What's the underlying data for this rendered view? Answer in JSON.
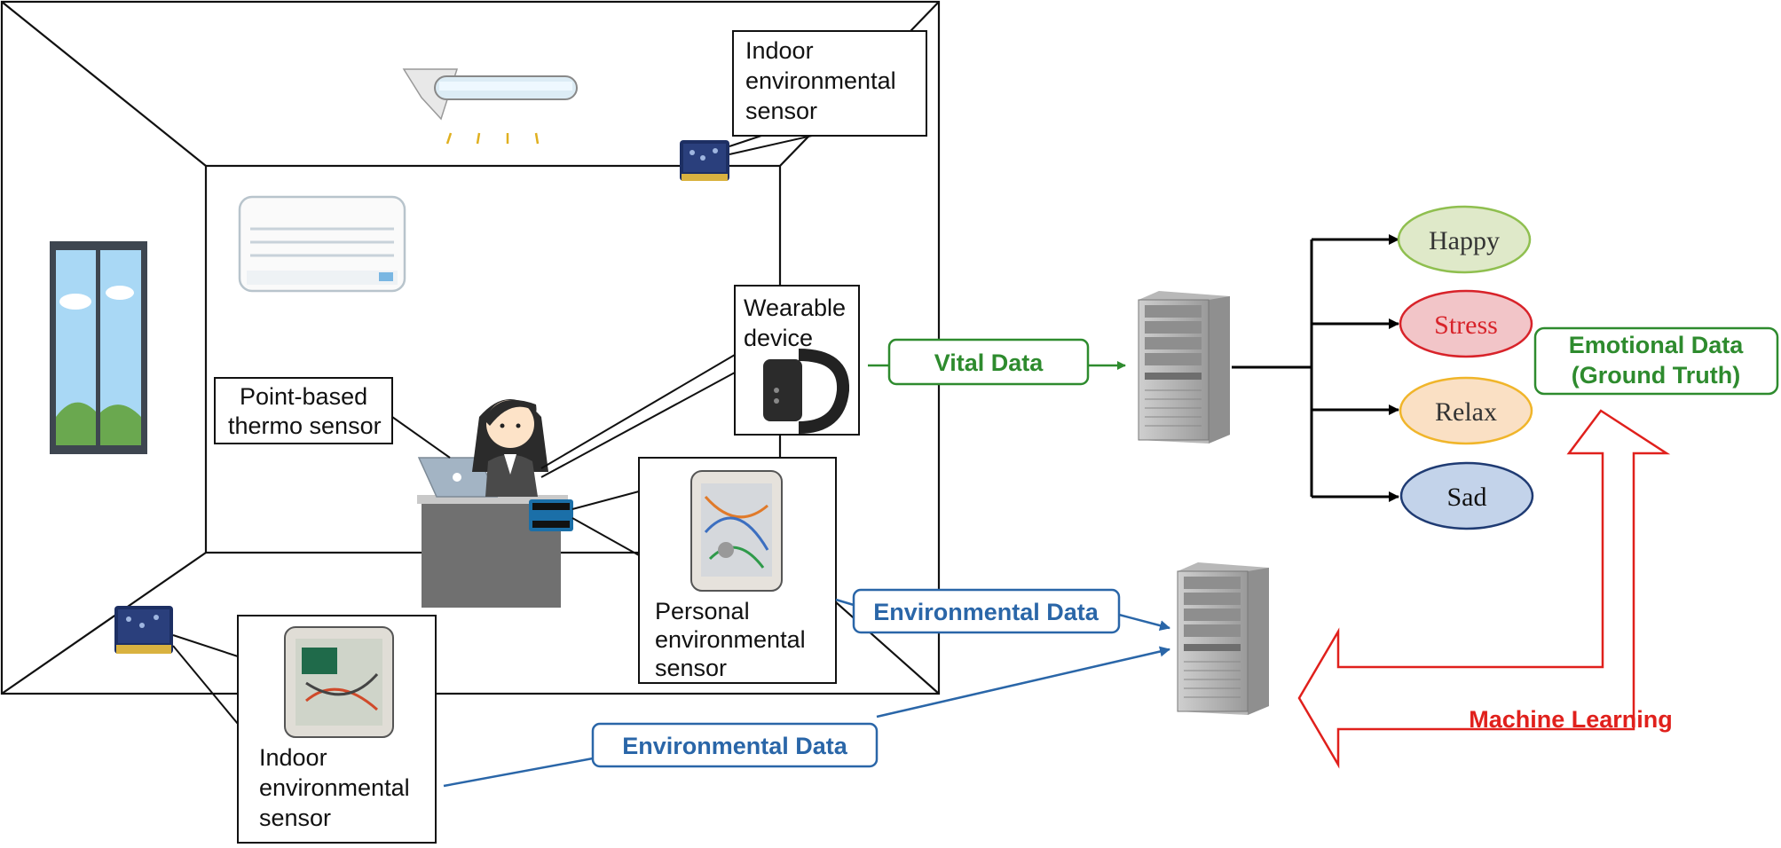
{
  "room": {
    "ceiling_sensor_label": [
      "Indoor",
      "environmental",
      "sensor"
    ],
    "wearable_label": [
      "Wearable",
      "device"
    ],
    "thermo_label": [
      "Point-based",
      "thermo sensor"
    ],
    "personal_sensor_label": [
      "Personal",
      "environmental",
      "sensor"
    ],
    "floor_sensor_label": [
      "Indoor",
      "environmental",
      "sensor"
    ]
  },
  "flows": {
    "vital": "Vital Data",
    "environmental_1": "Environmental Data",
    "environmental_2": "Environmental Data",
    "machine_learning": "Machine Learning"
  },
  "emotions": {
    "happy": "Happy",
    "stress": "Stress",
    "relax": "Relax",
    "sad": "Sad"
  },
  "ground_truth": [
    "Emotional Data",
    "(Ground Truth)"
  ],
  "colors": {
    "vital": "#2e8b2e",
    "environmental": "#2a66a8",
    "machine_learning": "#e0201c",
    "happy_fill": "#dfe9c9",
    "happy_stroke": "#8fbf4f",
    "stress_fill": "#f2c5c8",
    "stress_stroke": "#d8232a",
    "relax_fill": "#fae0c4",
    "relax_stroke": "#f0b52a",
    "sad_fill": "#c3d3ea",
    "sad_stroke": "#1f3b73"
  }
}
